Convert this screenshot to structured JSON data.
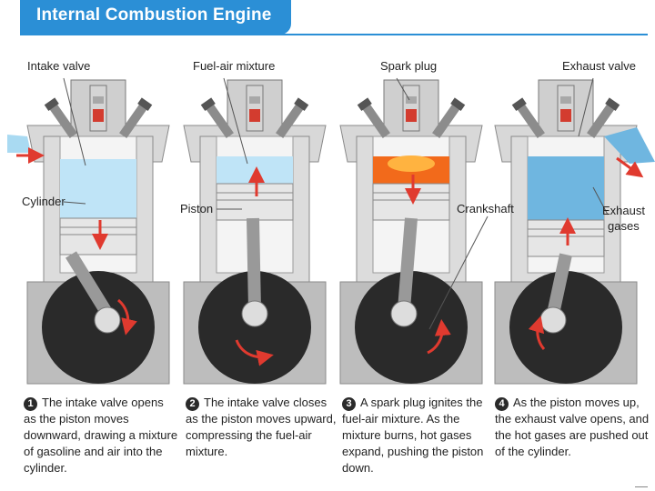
{
  "title": "Internal Combustion Engine",
  "labels": {
    "intake_valve": "Intake valve",
    "cylinder": "Cylinder",
    "fuel_air_mixture": "Fuel-air mixture",
    "piston": "Piston",
    "spark_plug": "Spark plug",
    "crankshaft": "Crankshaft",
    "exhaust_valve": "Exhaust valve",
    "exhaust_gases_line1": "Exhaust",
    "exhaust_gases_line2": "gases"
  },
  "steps": [
    {
      "number": "1",
      "text": "The intake valve opens as the piston moves downward, drawing a mixture of gasoline and air into the cylinder."
    },
    {
      "number": "2",
      "text": "The intake valve closes as the piston moves upward, compressing the fuel-air mixture."
    },
    {
      "number": "3",
      "text": "A spark plug ignites the fuel-air mixture. As the mixture burns, hot gases expand, pushing the piston down."
    },
    {
      "number": "4",
      "text": "As the piston moves up, the exhaust valve opens, and the hot gases are pushed out of the cylinder."
    }
  ],
  "colors": {
    "title_bar": "#2b8fd6",
    "engine_body": "#c8c8c8",
    "crankcase": "#2a2a2a",
    "mixture": "#bfe4f7",
    "ignition": "#f26a1b",
    "exhaust_gas": "#6fb6e0",
    "arrow": "#e03a2f"
  }
}
